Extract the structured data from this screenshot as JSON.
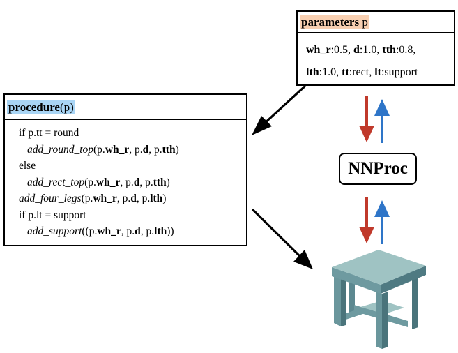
{
  "parameters": {
    "title_kw": "parameters",
    "title_var": " p",
    "rows": [
      [
        {
          "k": "wh_r",
          "v": ":0.5, "
        },
        {
          "k": "d",
          "v": ":1.0, "
        },
        {
          "k": "tth",
          "v": ":0.8,"
        }
      ],
      [
        {
          "k": "lth",
          "v": ":1.0, "
        },
        {
          "k": "tt",
          "v": ":rect, "
        },
        {
          "k": "lt",
          "v": ":support"
        }
      ]
    ]
  },
  "procedure": {
    "title_kw": "procedure",
    "title_args": "(p)",
    "lines": {
      "l1": "if p.tt = round",
      "l2": {
        "fn": "add_round_top",
        "pre": "(p.",
        "a1": "wh_r",
        "m1": ", p.",
        "a2": "d",
        "m2": ", p.",
        "a3": "tth",
        "post": ")"
      },
      "l3": "else",
      "l4": {
        "fn": "add_rect_top",
        "pre": "(p.",
        "a1": "wh_r",
        "m1": ", p.",
        "a2": "d",
        "m2": ", p.",
        "a3": "tth",
        "post": ")"
      },
      "l5": {
        "fn": "add_four_legs",
        "pre": "(p.",
        "a1": "wh_r",
        "m1": ", p.",
        "a2": "d",
        "m2": ", p.",
        "a3": "lth",
        "post": ")"
      },
      "l6": "if p.lt = support",
      "l7": {
        "fn": "add_support",
        "pre": "((p.",
        "a1": "wh_r",
        "m1": ", p.",
        "a2": "d",
        "m2": ", p.",
        "a3": "lth",
        "post": "))"
      }
    }
  },
  "nnproc": {
    "label": "NNProc"
  },
  "colors": {
    "params_highlight": "#f8cfb1",
    "procedure_highlight": "#a9d5f5",
    "arrow_down": "#c0392b",
    "arrow_up": "#2e75c8",
    "table_top": "#9fc3c3",
    "table_side": "#4f7a82"
  },
  "icons": {
    "stool": "stool-3d-icon"
  }
}
